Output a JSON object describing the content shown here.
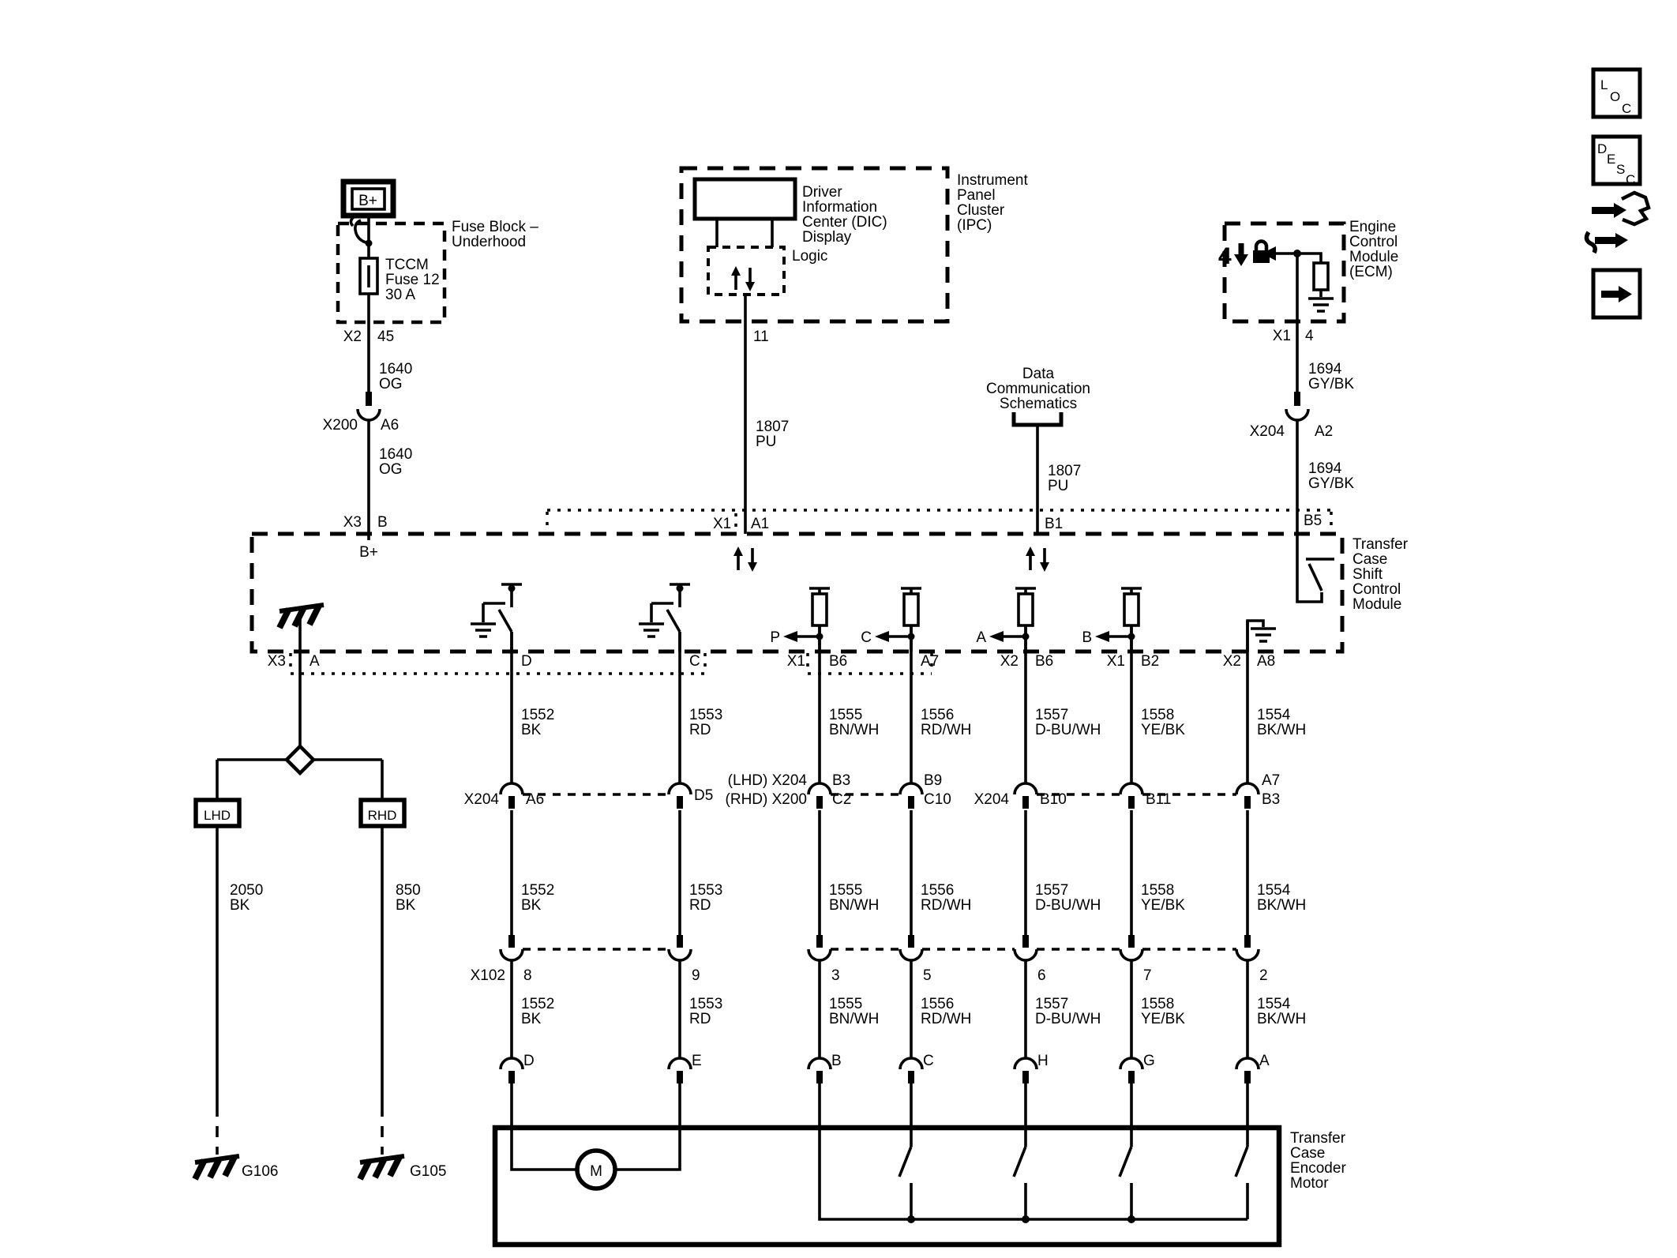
{
  "colors": {
    "ink": "#000000",
    "background": "#ffffff"
  },
  "sidebar": {
    "loc": [
      "L",
      "O",
      "C"
    ],
    "desc": [
      "D",
      "E",
      "S",
      "C"
    ]
  },
  "battery": {
    "label": "B+"
  },
  "fuse_block": {
    "title": [
      "Fuse Block –",
      "Underhood"
    ],
    "fuse": [
      "TCCM",
      "Fuse 12",
      "30 A"
    ],
    "out_conn": "X2",
    "out_pin": "45"
  },
  "left_conn": {
    "name": "X200",
    "pin": "A6"
  },
  "wires": {
    "w1640": [
      "1640",
      "OG"
    ],
    "w1807": [
      "1807",
      "PU"
    ],
    "w1694": [
      "1694",
      "GY/BK"
    ],
    "w2050": [
      "2050",
      "BK"
    ],
    "w850": [
      "850",
      "BK"
    ]
  },
  "ipc": {
    "title": [
      "Instrument",
      "Panel",
      "Cluster",
      "(IPC)"
    ],
    "dic": [
      "Driver",
      "Information",
      "Center (DIC)",
      "Display"
    ],
    "logic": "Logic",
    "pin": "11"
  },
  "data_comm": {
    "lines": [
      "Data",
      "Communication",
      "Schematics"
    ]
  },
  "ecm": {
    "title": [
      "Engine",
      "Control",
      "Module",
      "(ECM)"
    ],
    "four": "4",
    "out_conn": "X1",
    "out_pin": "4",
    "mid_conn": "X204",
    "mid_pin": "A2"
  },
  "module": {
    "title": [
      "Transfer",
      "Case",
      "Shift",
      "Control",
      "Module"
    ],
    "b_plus": "B+",
    "top_pins": {
      "b_conn": "X3",
      "b": "B",
      "a1_conn": "X1",
      "a1": "A1",
      "b1": "B1",
      "b5": "B5"
    },
    "drivers": [
      "P",
      "C",
      "A",
      "B"
    ],
    "bottom": {
      "a_conn": "X3",
      "a": "A",
      "d": "D",
      "c": "C",
      "b6l_conn": "X1",
      "b6l": "B6",
      "a7": "A7",
      "b6r_conn": "X2",
      "b6r": "B6",
      "b2_conn": "X1",
      "b2": "B2",
      "a8_conn": "X2",
      "a8": "A8"
    }
  },
  "columns": [
    {
      "circuit": "1552",
      "color": "BK",
      "row1_pin": "A6",
      "row2_pin": "8",
      "enc_pin": "D"
    },
    {
      "circuit": "1553",
      "color": "RD",
      "row1_pin": "D5",
      "row2_pin": "9",
      "enc_pin": "E"
    },
    {
      "circuit": "1555",
      "color": "BN/WH",
      "row1_pin": [
        "B3",
        "C2"
      ],
      "row2_pin": "3",
      "enc_pin": "B"
    },
    {
      "circuit": "1556",
      "color": "RD/WH",
      "row1_pin": [
        "B9",
        "C10"
      ],
      "row2_pin": "5",
      "enc_pin": "C"
    },
    {
      "circuit": "1557",
      "color": "D-BU/WH",
      "row1_pin": "B10",
      "row2_pin": "6",
      "enc_pin": "H"
    },
    {
      "circuit": "1558",
      "color": "YE/BK",
      "row1_pin": "B11",
      "row2_pin": "7",
      "enc_pin": "G"
    },
    {
      "circuit": "1554",
      "color": "BK/WH",
      "row1_pin": [
        "A7",
        "B3"
      ],
      "row2_pin": "2",
      "enc_pin": "A"
    }
  ],
  "conn_row1": {
    "c1_name": "X204",
    "c34_name": [
      "(LHD) X204",
      "(RHD) X200"
    ],
    "c5_name": "X204"
  },
  "conn_row2": {
    "name": "X102"
  },
  "variant": {
    "lhd": "LHD",
    "rhd": "RHD"
  },
  "grounds": {
    "g106": "G106",
    "g105": "G105"
  },
  "encoder": {
    "title": [
      "Transfer",
      "Case",
      "Encoder",
      "Motor"
    ],
    "motor": "M"
  }
}
